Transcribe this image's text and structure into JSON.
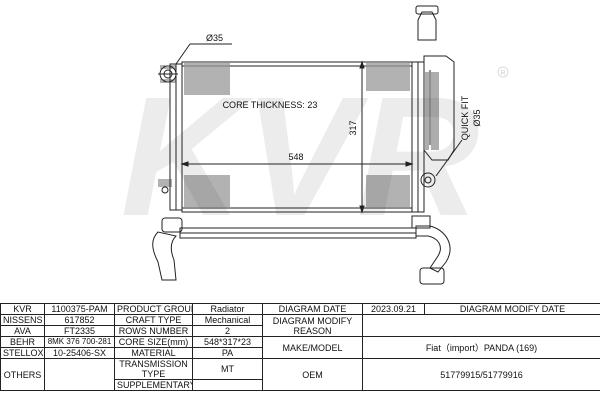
{
  "drawing": {
    "core_thickness": "CORE THICKNESS: 23",
    "width_dim": "548",
    "height_dim": "317",
    "pipe_dim": "Ø35",
    "quick_fit": "QUICK FIT",
    "quick_fit_dim": "Ø35",
    "watermark": "KVR",
    "registered_mark": "R"
  },
  "spec": {
    "kvr_label": "KVR",
    "kvr_value": "1100375-PAM",
    "product_group_label": "PRODUCT GROUP",
    "product_group_value": "Radiator",
    "diagram_date_label": "DIAGRAM DATE",
    "diagram_date_value": "2023.09.21",
    "diagram_modify_date_label": "DIAGRAM MODIFY DATE",
    "nissens_label": "NISSENS",
    "nissens_value": "617852",
    "craft_type_label": "CRAFT TYPE",
    "craft_type_value": "Mechanical",
    "diagram_modify_reason_label": "DIAGRAM MODIFY REASON",
    "ava_label": "AVA",
    "ava_value": "FT2335",
    "rows_number_label": "ROWS NUMBER",
    "rows_number_value": "2",
    "behr_label": "BEHR",
    "behr_value": "8MK 376 700-281",
    "core_size_label": "CORE SIZE(mm)",
    "core_size_value": "548*317*23",
    "make_model_label": "MAKE/MODEL",
    "make_model_value": "Fiat（import）PANDA (169)",
    "stellox_label": "STELLOX",
    "stellox_value": "10-25406-SX",
    "material_label": "MATERIAL",
    "material_value": "PA",
    "others_label": "OTHERS",
    "transmission_label": "TRANSMISSION TYPE",
    "transmission_value": "MT",
    "oem_label": "OEM",
    "oem_value": "51779915/51779916",
    "supplementary_label": "SUPPLEMENTARY"
  }
}
